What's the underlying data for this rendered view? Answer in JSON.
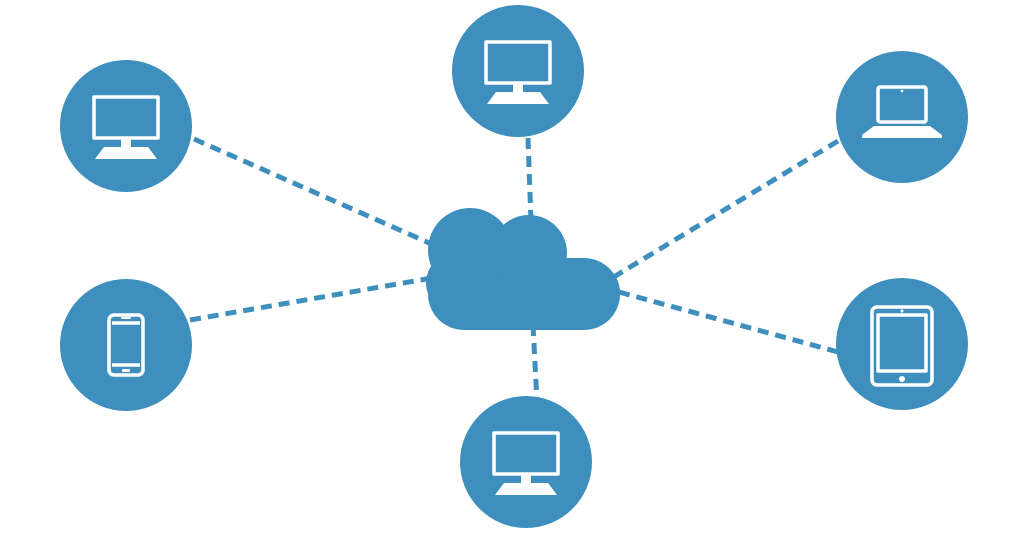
{
  "colors": {
    "primary": "#3e8fbd",
    "icon": "#ffffff",
    "background": "#ffffff"
  },
  "hub": {
    "icon": "cloud-icon"
  },
  "devices": [
    {
      "id": "top-left",
      "icon": "desktop-monitor-icon"
    },
    {
      "id": "top-center",
      "icon": "desktop-monitor-icon"
    },
    {
      "id": "top-right",
      "icon": "laptop-icon"
    },
    {
      "id": "mid-left",
      "icon": "smartphone-icon"
    },
    {
      "id": "mid-right",
      "icon": "tablet-icon"
    },
    {
      "id": "bottom-center",
      "icon": "desktop-monitor-icon"
    }
  ]
}
